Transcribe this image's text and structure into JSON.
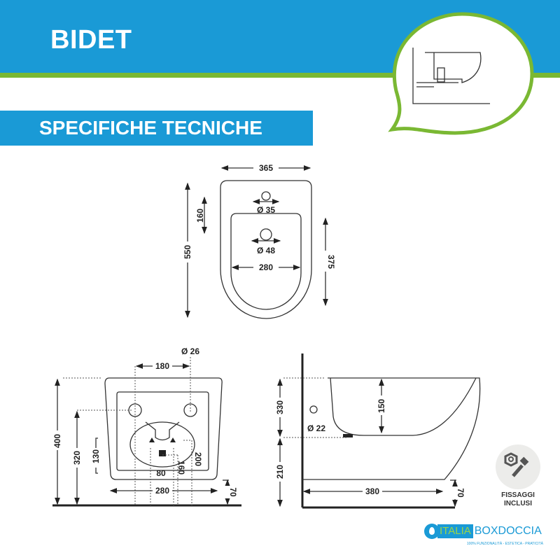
{
  "header": {
    "title": "BIDET",
    "section_title": "SPECIFICHE TECNICHE"
  },
  "colors": {
    "brand_blue": "#1a9ad6",
    "brand_green": "#7ab833"
  },
  "top_view": {
    "width": "365",
    "height": "550",
    "hole_offset": "160",
    "hole1": "Ø 35",
    "hole2": "Ø 48",
    "bowl_width": "280",
    "bowl_depth": "375"
  },
  "rear_view": {
    "hole_diameter": "Ø 26",
    "hole_spacing": "180",
    "height": "400",
    "hole_height": "320",
    "drain_height": "130",
    "width": "280",
    "floor_gap": "70",
    "dim_80": "80",
    "dim_160": "160",
    "dim_200": "200"
  },
  "side_view": {
    "height_total": "330",
    "height_bottom": "210",
    "bowl_depth": "150",
    "inlet_diameter": "Ø 22",
    "length": "380",
    "floor_gap": "70"
  },
  "badge": {
    "icon": "bolt-nut-icon",
    "line1": "FISSAGGI",
    "line2": "INCLUSI"
  },
  "logo": {
    "part1": "ITALIA",
    "part2": "BOXDOCCIA",
    "tagline": "100% FUNZIONALITÀ - ESTETICA - PRATICITÀ"
  }
}
